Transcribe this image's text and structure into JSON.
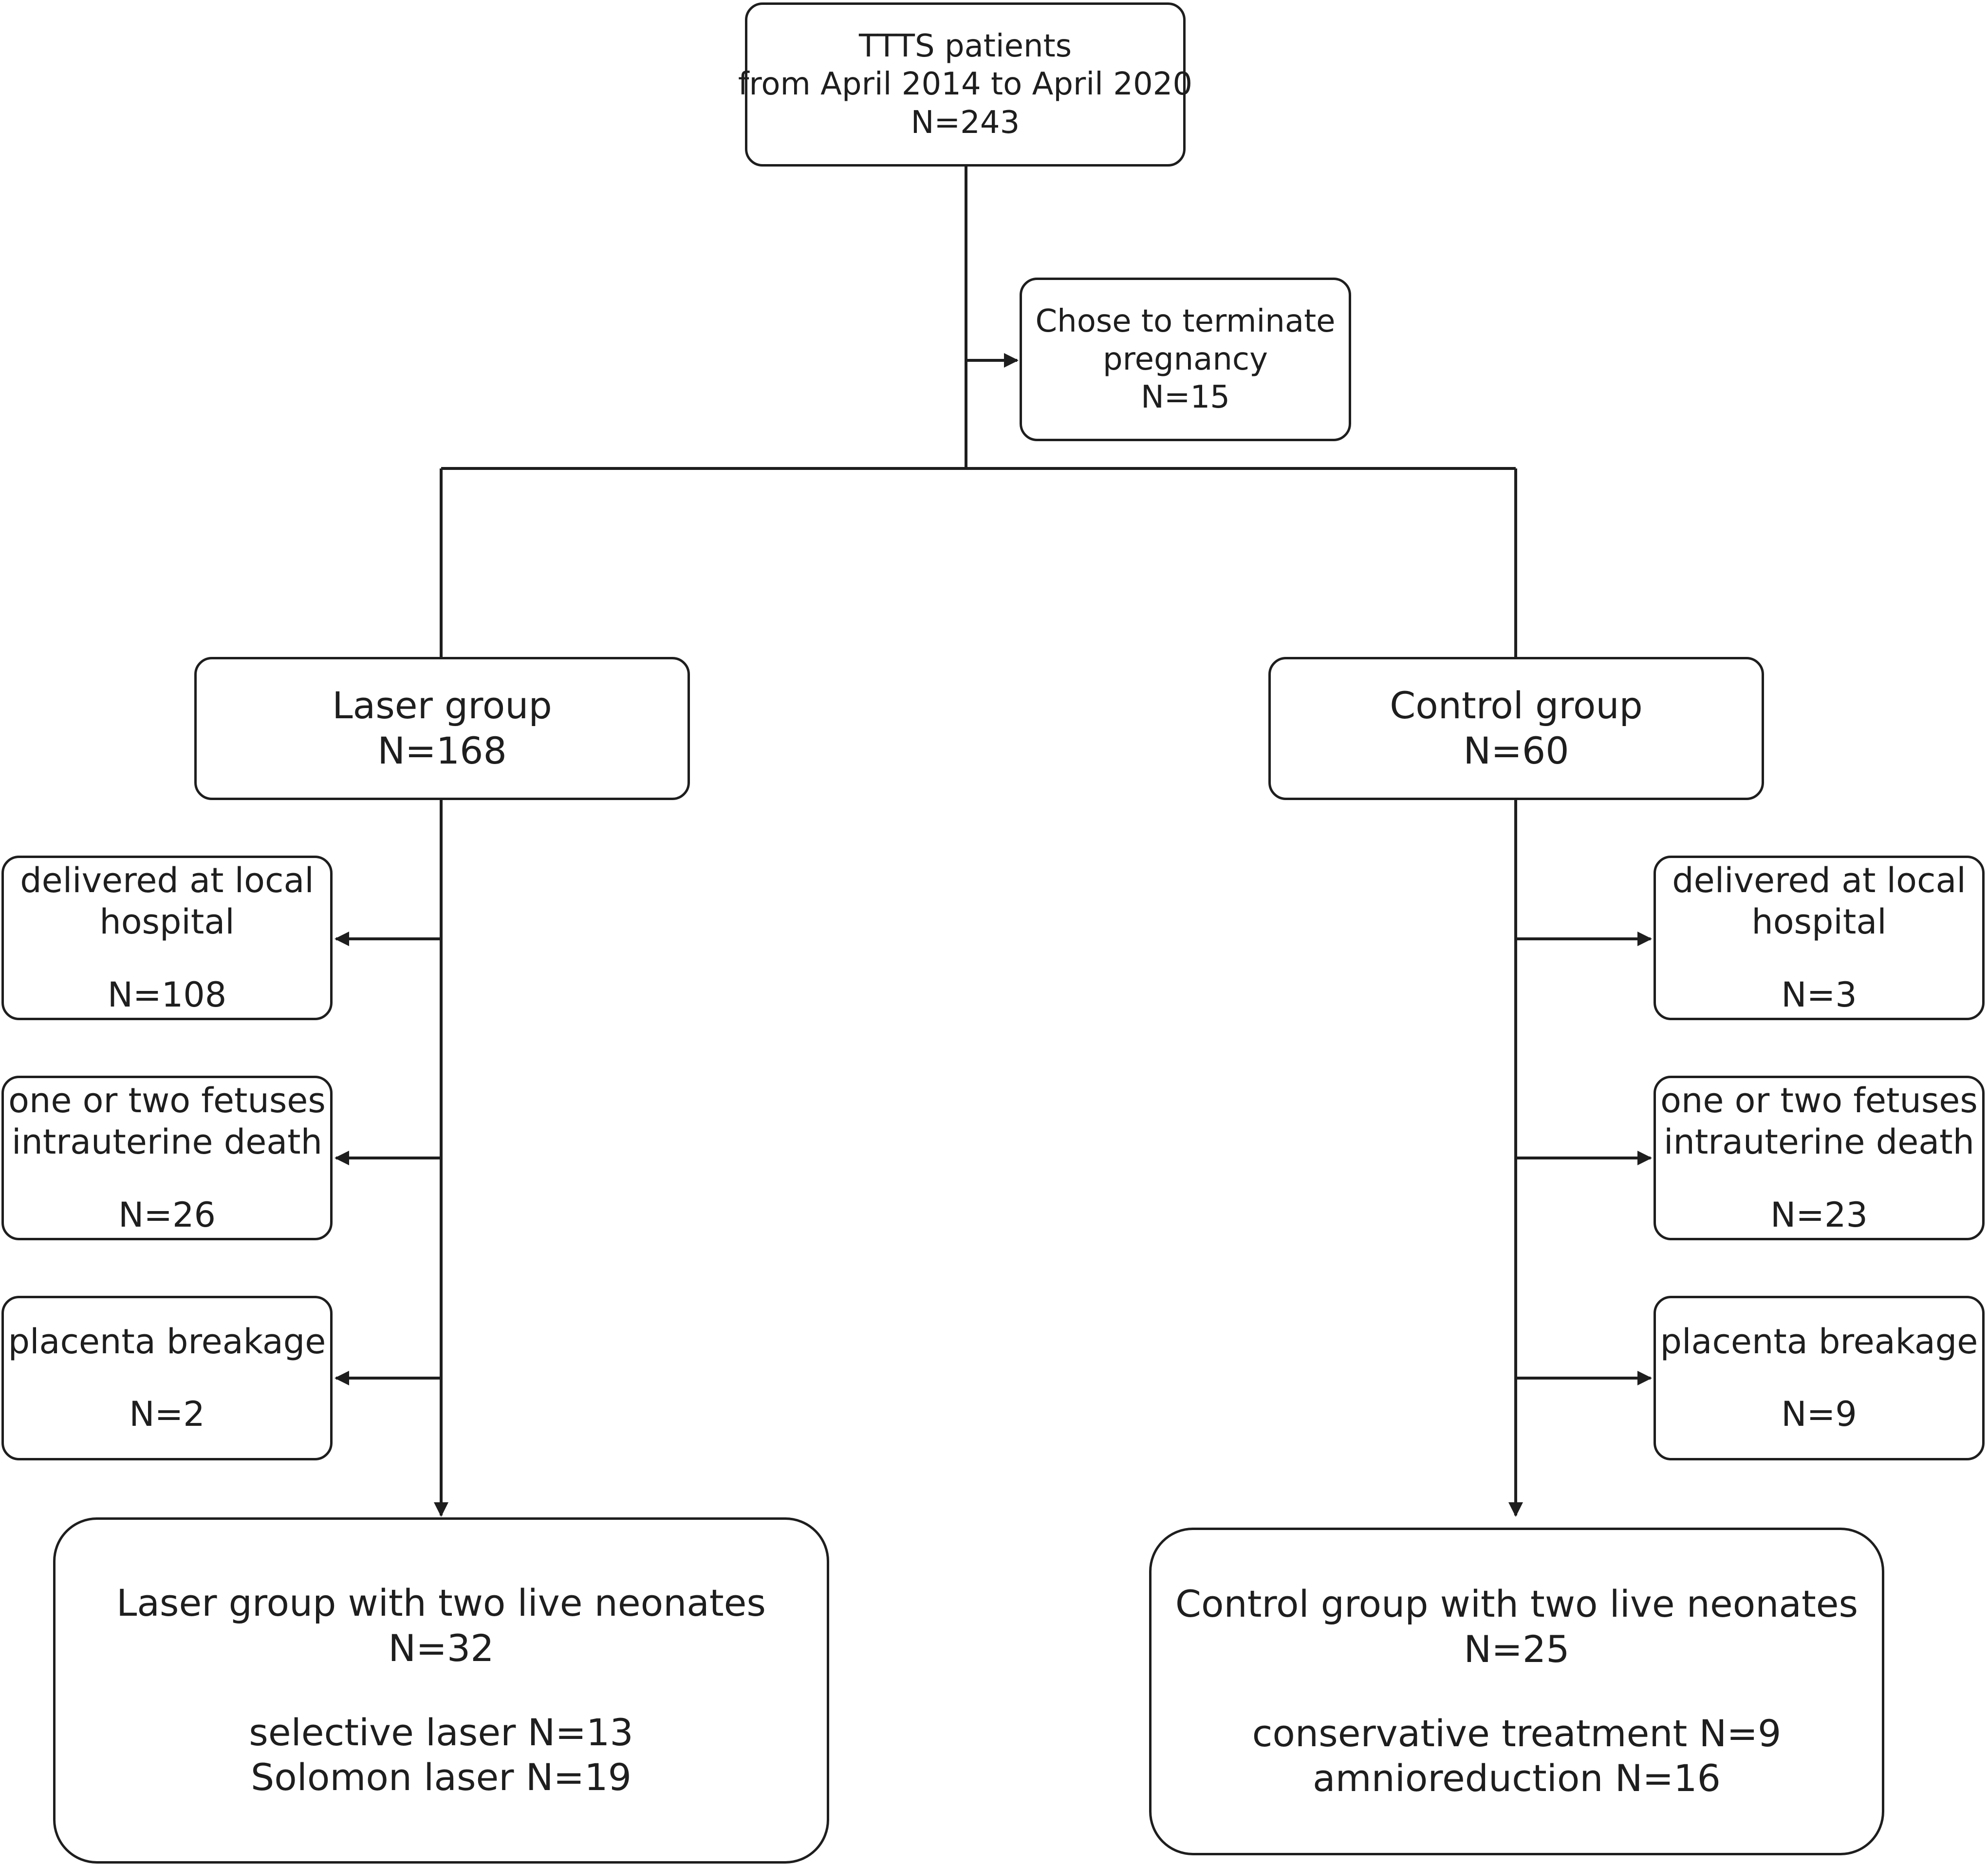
{
  "root": {
    "line1": "TTTS patients",
    "line2": "from April 2014 to April 2020",
    "n": "N=243"
  },
  "terminate": {
    "line1": "Chose to terminate",
    "line2": "pregnancy",
    "n": "N=15"
  },
  "laser": {
    "title": "Laser group",
    "n": "N=168",
    "exclusions": [
      {
        "line1": "delivered at local",
        "line2": "hospital",
        "n": "N=108"
      },
      {
        "line1": "one or two fetuses",
        "line2": "intrauterine death",
        "n": "N=26"
      },
      {
        "line1": "placenta breakage",
        "n": "N=2"
      }
    ],
    "final": {
      "title": "Laser group with two live neonates",
      "n": "N=32",
      "detail1": "selective laser N=13",
      "detail2": "Solomon laser N=19"
    }
  },
  "control": {
    "title": "Control group",
    "n": "N=60",
    "exclusions": [
      {
        "line1": "delivered at local",
        "line2": "hospital",
        "n": "N=3"
      },
      {
        "line1": "one or two fetuses",
        "line2": "intrauterine death",
        "n": "N=23"
      },
      {
        "line1": "placenta breakage",
        "n": "N=9"
      }
    ],
    "final": {
      "title": "Control group with two live neonates",
      "n": "N=25",
      "detail1": "conservative treatment N=9",
      "detail2": "amnioreduction N=16"
    }
  },
  "colors": {
    "stroke": "#1e1e1e",
    "background": "#ffffff"
  }
}
